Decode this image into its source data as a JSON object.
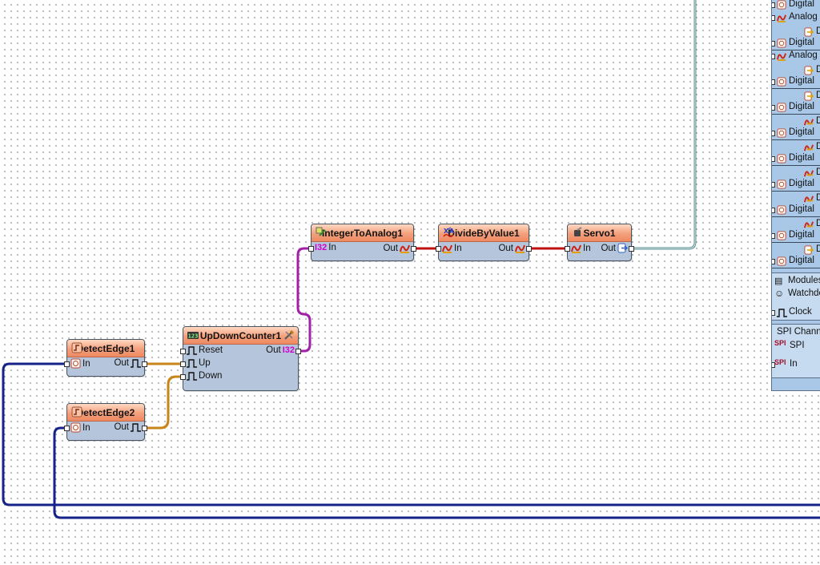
{
  "components": {
    "detectEdge1": {
      "title": "DetectEdge1",
      "in_label": "In",
      "out_label": "Out"
    },
    "detectEdge2": {
      "title": "DetectEdge2",
      "in_label": "In",
      "out_label": "Out"
    },
    "upDownCounter": {
      "title": "UpDownCounter1",
      "reset_label": "Reset",
      "up_label": "Up",
      "down_label": "Down",
      "out_label": "Out",
      "out_type": "I32"
    },
    "integerToAnalog": {
      "title": "IntegerToAnalog1",
      "in_type": "I32",
      "in_label": "In",
      "out_label": "Out"
    },
    "divideByValue": {
      "title": "DivideByValue1",
      "in_label": "In",
      "out_label": "Out"
    },
    "servo": {
      "title": "Servo1",
      "in_label": "In",
      "out_label": "Out"
    }
  },
  "panel": {
    "rows": [
      {
        "label": "Digital",
        "icon": "digital-pin-icon"
      },
      {
        "label": "Analog (",
        "icon": "analog-icon"
      },
      {
        "label": "D",
        "icon": "digital-out-icon"
      },
      {
        "label": "Digital",
        "icon": "digital-pin-icon"
      },
      {
        "label": "Analog (",
        "icon": "analog-icon"
      },
      {
        "label": "D",
        "icon": "digital-out-icon"
      },
      {
        "label": "Digital",
        "icon": "digital-pin-icon"
      },
      {
        "label": "Digi",
        "icon": "digital-out-icon"
      },
      {
        "label": "Digital",
        "icon": "digital-pin-icon"
      },
      {
        "label": "D",
        "icon": "analog-out-icon"
      },
      {
        "label": "Digital",
        "icon": "digital-pin-icon"
      },
      {
        "label": "D",
        "icon": "analog-out-icon"
      },
      {
        "label": "Digital",
        "icon": "digital-pin-icon"
      },
      {
        "label": "D",
        "icon": "analog-out-icon"
      },
      {
        "label": "Digital",
        "icon": "digital-pin-icon"
      },
      {
        "label": "D",
        "icon": "analog-out-icon"
      },
      {
        "label": "Digital",
        "icon": "digital-pin-icon"
      },
      {
        "label": "Digital(",
        "icon": "analog-out-icon"
      },
      {
        "label": "Digital",
        "icon": "digital-pin-icon"
      },
      {
        "label": "Digital",
        "icon": "digital-out-icon"
      },
      {
        "label": "Digital",
        "icon": "digital-pin-icon"
      }
    ],
    "modules_label": "Modules",
    "watchdog_label": "Watchdo",
    "clock_label": "Clock",
    "spi_channel_label": "SPI Channe",
    "spi_label": "SPI",
    "spi_badge": "SPI",
    "spi_in_label": "In"
  },
  "colors": {
    "wire_digital": "#d08a1c",
    "wire_integer": "#b020b0",
    "wire_analog": "#cc1111",
    "wire_servo": "#7fb0b0",
    "wire_input": "#1a2a8c",
    "header_orange": "#f3a07c",
    "body_blue": "#b5c6dc"
  }
}
